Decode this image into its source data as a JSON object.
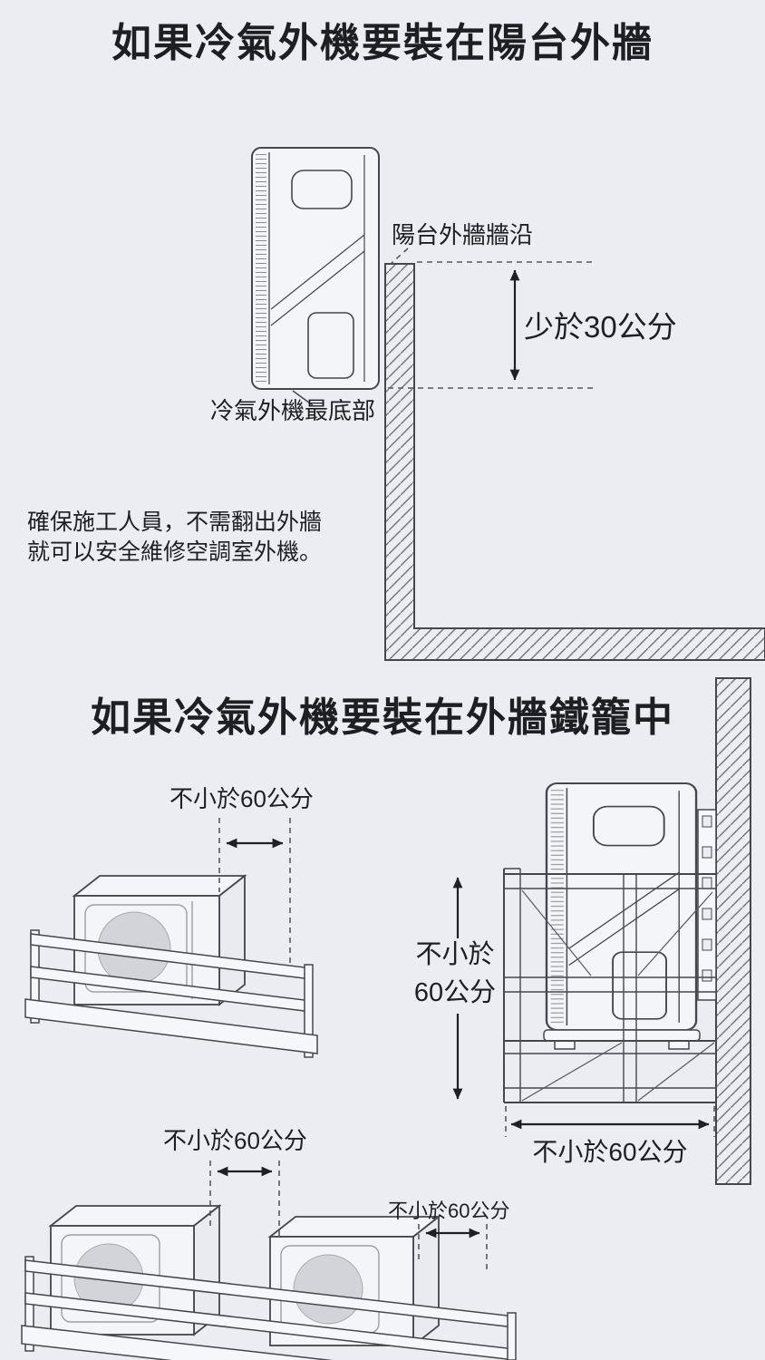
{
  "page": {
    "background": "#ecedf2"
  },
  "colors": {
    "line": "#44474c",
    "text": "#1e1f22",
    "hatch": "#70747b",
    "unit_fill": "#f4f5f9",
    "fan_fill": "#d2d4da",
    "arrow": "#1f2023"
  },
  "section1": {
    "title": "如果冷氣外機要裝在陽台外牆",
    "wall_edge_label": "陽台外牆牆沿",
    "distance_label": "少於30公分",
    "unit_bottom_label": "冷氣外機最底部",
    "note_line1": "確保施工人員，不需翻出外牆",
    "note_line2": "就可以安全維修空調室外機。"
  },
  "section2": {
    "title": "如果冷氣外機要裝在外牆鐵籠中",
    "side_clearance_label": "不小於60公分",
    "cage_height_label_line1": "不小於",
    "cage_height_label_line2": "60公分",
    "cage_width_label": "不小於60公分"
  },
  "section3": {
    "left_clearance_label": "不小於60公分",
    "between_units_label": "不小於60公分"
  }
}
